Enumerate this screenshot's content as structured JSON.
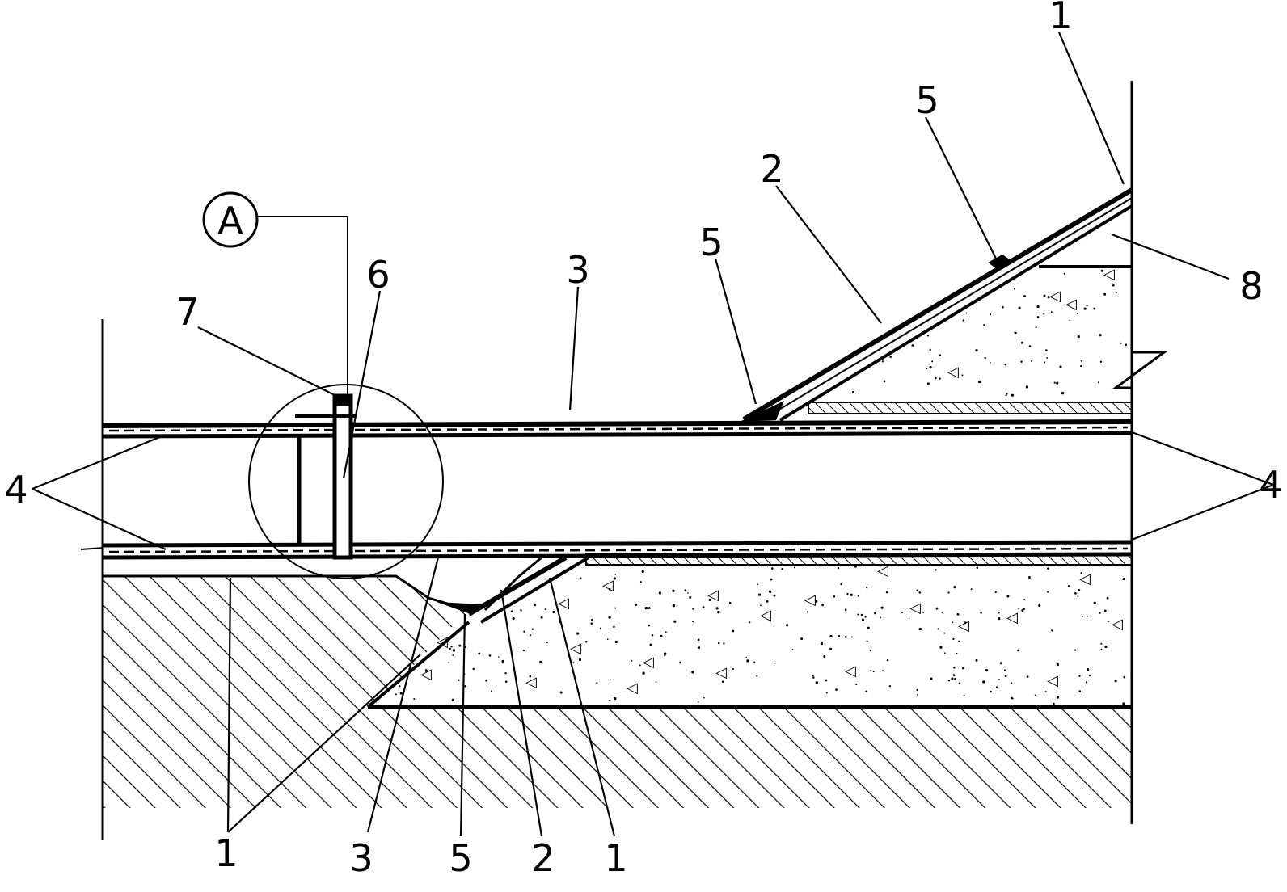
{
  "drawing": {
    "callout_label": "A",
    "labels": {
      "top_1": "1",
      "top_5": "5",
      "top_2": "2",
      "mid_5": "5",
      "top_3": "3",
      "top_6": "6",
      "top_7": "7",
      "right_8": "8",
      "left_4": "4",
      "right_4": "4",
      "bottom_1a": "1",
      "bottom_3": "3",
      "bottom_5": "5",
      "bottom_2": "2",
      "bottom_1b": "1"
    },
    "aggregate_mark": "◁"
  }
}
